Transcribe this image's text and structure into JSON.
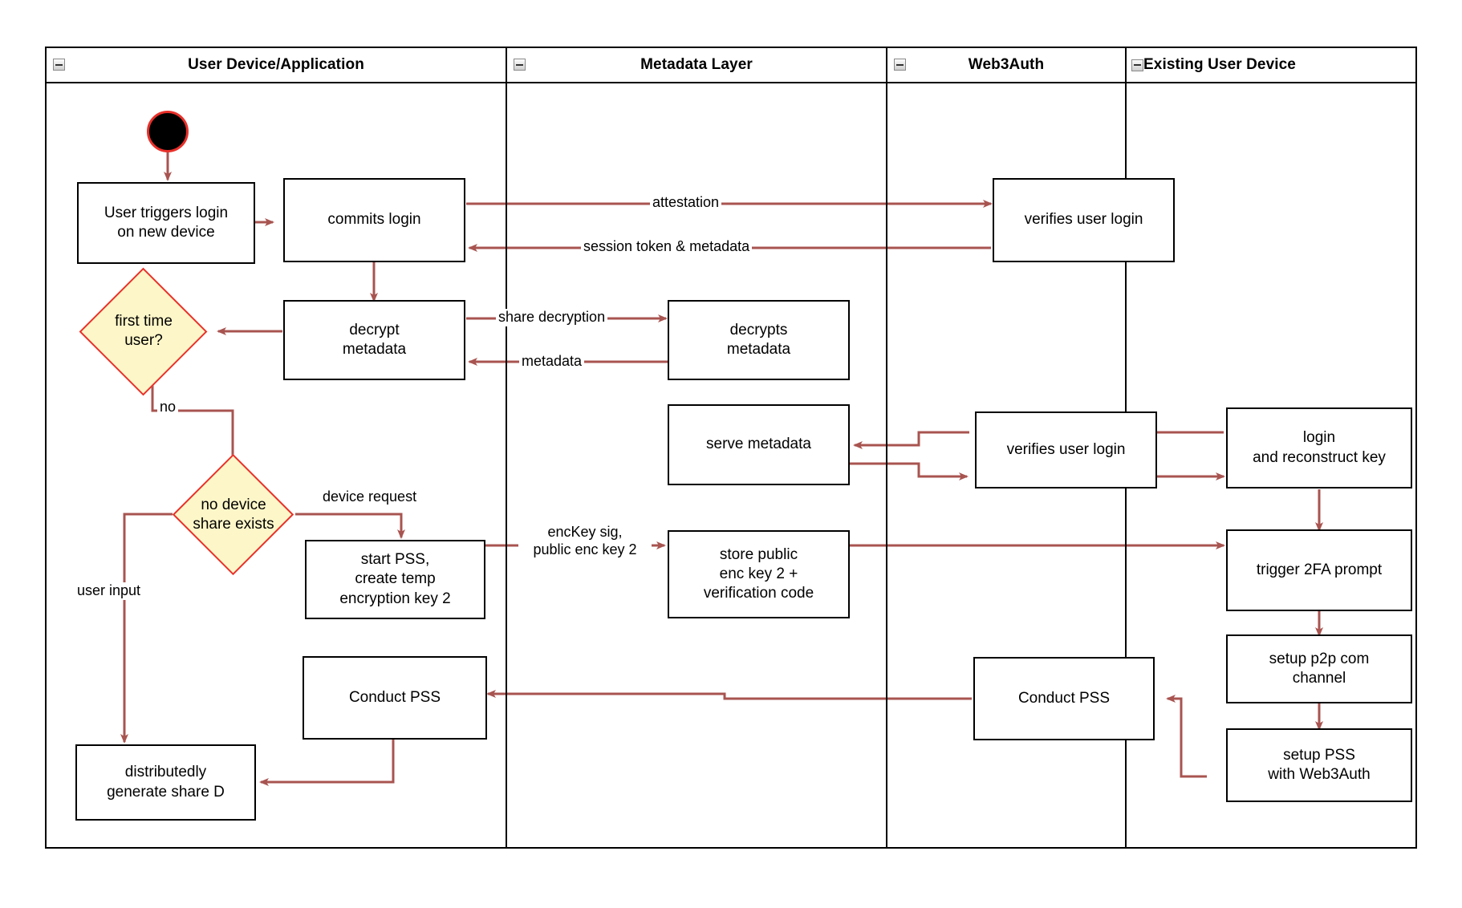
{
  "diagram": {
    "title": "Web3Auth new-device login activity diagram",
    "colors": {
      "edge": "#a85450",
      "decision_fill": "#fdf6c8",
      "decision_stroke": "#e8302a",
      "node_stroke": "#000000",
      "start_fill": "#000000",
      "start_stroke": "#e8302a",
      "background": "#ffffff"
    },
    "lanes": [
      {
        "id": "lane-user-device",
        "label": "User Device/Application",
        "collapse_icon": "minus-icon"
      },
      {
        "id": "lane-metadata",
        "label": "Metadata Layer",
        "collapse_icon": "minus-icon"
      },
      {
        "id": "lane-web3auth",
        "label": "Web3Auth",
        "collapse_icon": "minus-icon"
      },
      {
        "id": "lane-existing-device",
        "label": "Existing User Device",
        "collapse_icon": "minus-icon"
      }
    ],
    "nodes": [
      {
        "id": "start",
        "type": "start",
        "label": "",
        "lane": "lane-user-device"
      },
      {
        "id": "user-triggers-login",
        "type": "action",
        "label": "User triggers login\non new device",
        "lane": "lane-user-device"
      },
      {
        "id": "commits-login",
        "type": "action",
        "label": "commits login",
        "lane": "lane-user-device"
      },
      {
        "id": "verifies-user-login-1",
        "type": "action",
        "label": "verifies user login",
        "lane": "lane-web3auth"
      },
      {
        "id": "decrypt-metadata",
        "type": "action",
        "label": "decrypt\nmetadata",
        "lane": "lane-user-device"
      },
      {
        "id": "decrypts-metadata",
        "type": "action",
        "label": "decrypts\nmetadata",
        "lane": "lane-metadata"
      },
      {
        "id": "first-time-user",
        "type": "decision",
        "label": "first time\nuser?",
        "lane": "lane-user-device"
      },
      {
        "id": "serve-metadata",
        "type": "action",
        "label": "serve metadata",
        "lane": "lane-metadata"
      },
      {
        "id": "verifies-user-login-2",
        "type": "action",
        "label": "verifies user login",
        "lane": "lane-web3auth"
      },
      {
        "id": "login-reconstruct-key",
        "type": "action",
        "label": "login\nand reconstruct key",
        "lane": "lane-existing-device"
      },
      {
        "id": "no-device-share-exists",
        "type": "decision",
        "label": "no device\nshare exists",
        "lane": "lane-user-device"
      },
      {
        "id": "start-pss",
        "type": "action",
        "label": "start PSS,\ncreate temp\nencryption key 2",
        "lane": "lane-user-device"
      },
      {
        "id": "store-public-enc-key",
        "type": "action",
        "label": "store public\nenc key 2 +\nverification code",
        "lane": "lane-metadata"
      },
      {
        "id": "trigger-2fa-prompt",
        "type": "action",
        "label": "trigger 2FA prompt",
        "lane": "lane-existing-device"
      },
      {
        "id": "setup-p2p-channel",
        "type": "action",
        "label": "setup p2p com\nchannel",
        "lane": "lane-existing-device"
      },
      {
        "id": "setup-pss-web3auth",
        "type": "action",
        "label": "setup PSS\nwith Web3Auth",
        "lane": "lane-existing-device"
      },
      {
        "id": "conduct-pss-user",
        "type": "action",
        "label": "Conduct PSS",
        "lane": "lane-user-device"
      },
      {
        "id": "conduct-pss-web3auth",
        "type": "action",
        "label": "Conduct PSS",
        "lane": "lane-web3auth"
      },
      {
        "id": "distributedly-generate-share-d",
        "type": "action",
        "label": "distributedly\ngenerate share D",
        "lane": "lane-user-device"
      }
    ],
    "edge_labels": [
      {
        "id": "attestation",
        "label": "attestation"
      },
      {
        "id": "session-token-metadata",
        "label": "session token & metadata"
      },
      {
        "id": "share-decryption",
        "label": "share decryption"
      },
      {
        "id": "metadata",
        "label": "metadata"
      },
      {
        "id": "no",
        "label": "no"
      },
      {
        "id": "device-request",
        "label": "device request"
      },
      {
        "id": "user-input",
        "label": "user input"
      },
      {
        "id": "enckey-sig",
        "label": "encKey sig,\npublic enc key 2"
      }
    ]
  }
}
